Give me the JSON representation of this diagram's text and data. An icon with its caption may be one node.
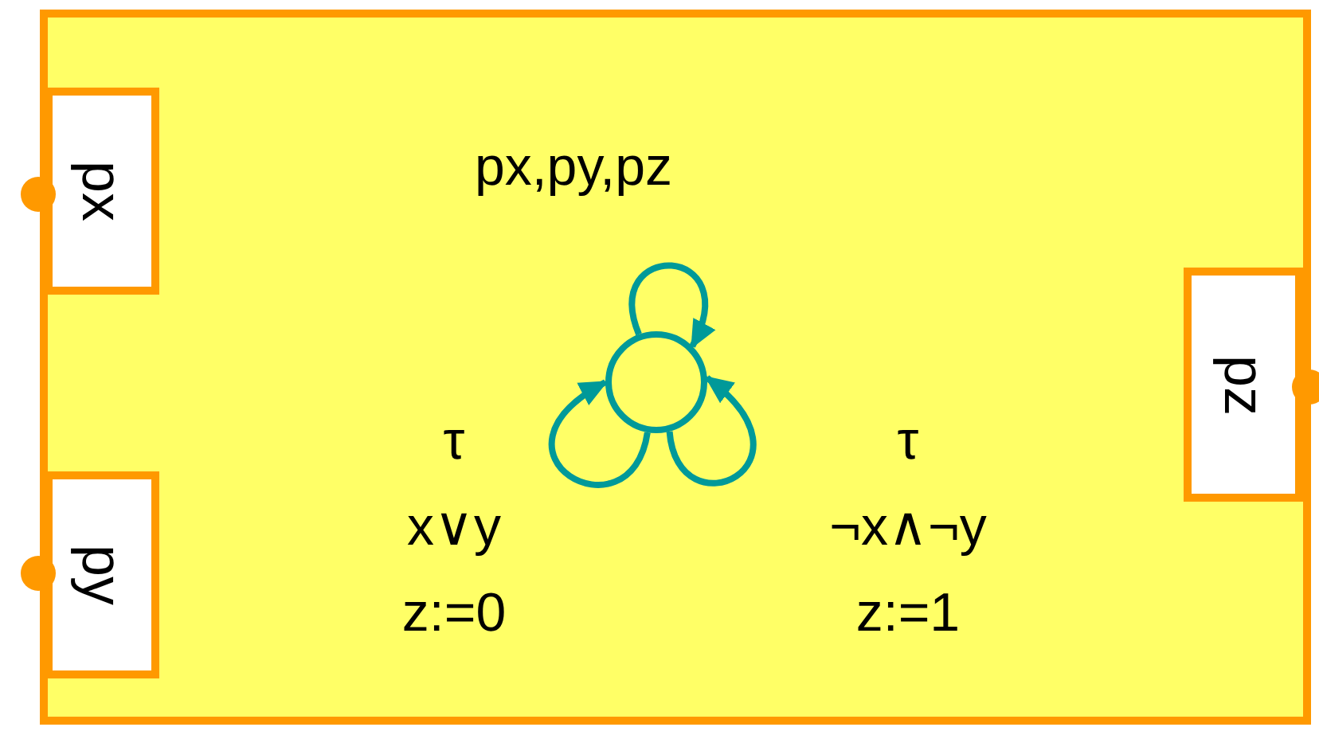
{
  "diagram": {
    "nodes": [
      {
        "text": [],
        "shape": "box"
      },
      {
        "text": [
          "px"
        ],
        "in": 0
      },
      {
        "text": [
          "py"
        ],
        "in": 0
      },
      {
        "text": [
          "pz"
        ],
        "in": 0
      },
      {
        "text": [],
        "shape": "circle",
        "in": 0
      }
    ],
    "edges": [
      {
        "from": 4,
        "to": 4,
        "arrow": "to",
        "label": "px,py,pz"
      },
      {
        "from": 4,
        "to": 4,
        "arrow": "to",
        "label": "τ x∨y z:=0"
      },
      {
        "from": 4,
        "to": 4,
        "arrow": "to",
        "label": "τ ¬x∧¬y z:=1"
      }
    ]
  }
}
